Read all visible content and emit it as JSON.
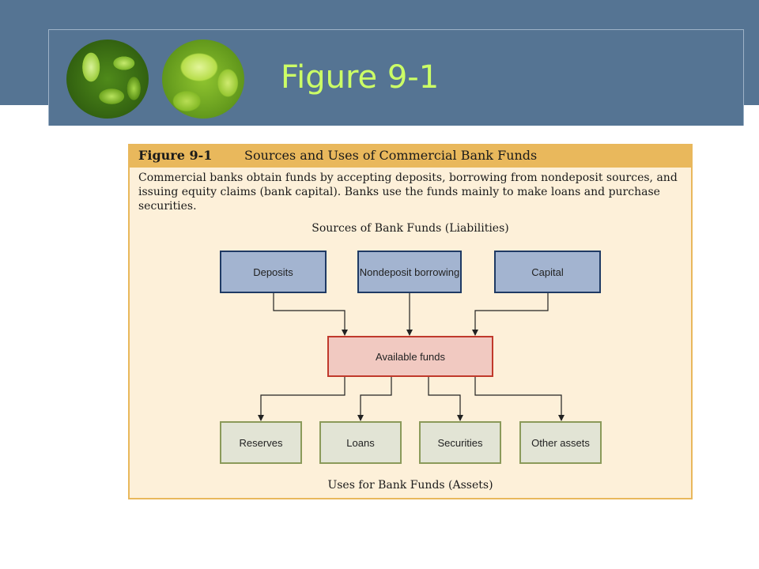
{
  "slide": {
    "title": "Figure 9-1"
  },
  "figure": {
    "label": "Figure 9-1",
    "title": "Sources and Uses of Commercial Bank Funds",
    "caption": "Commercial banks obtain funds by accepting deposits, borrowing from nondeposit sources, and issuing equity claims (bank capital). Banks use the funds mainly to make loans and purchase securities.",
    "sources_heading": "Sources of Bank Funds (Liabilities)",
    "uses_heading": "Uses for Bank Funds (Assets)",
    "sources": [
      "Deposits",
      "Nondeposit borrowing",
      "Capital"
    ],
    "hub": "Available funds",
    "uses": [
      "Reserves",
      "Loans",
      "Securities",
      "Other assets"
    ]
  },
  "colors": {
    "slide_band": "#557493",
    "title_text": "#ccff66",
    "figure_background": "#fdf0d9",
    "figure_header": "#e9b85c",
    "source_fill": "#a3b4d0",
    "hub_fill": "#f1c9c1",
    "use_fill": "#e2e4d5"
  }
}
